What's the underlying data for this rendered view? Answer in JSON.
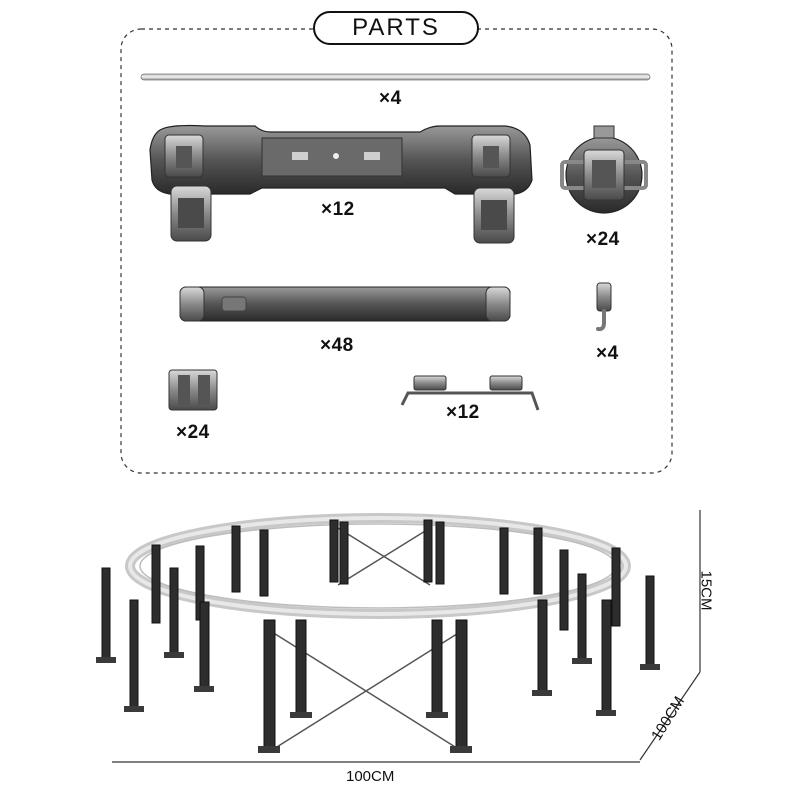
{
  "title": "PARTS",
  "parts": [
    {
      "id": "rod",
      "quantity": "×4"
    },
    {
      "id": "base-connector",
      "quantity": "×12"
    },
    {
      "id": "socket-ring",
      "quantity": "×24"
    },
    {
      "id": "support-pillar",
      "quantity": "×48"
    },
    {
      "id": "hook",
      "quantity": "×4"
    },
    {
      "id": "foot-cap",
      "quantity": "×24"
    },
    {
      "id": "bracket",
      "quantity": "×12"
    }
  ],
  "dimensions": {
    "height": "15CM",
    "depth": "100CM",
    "width": "100CM"
  }
}
